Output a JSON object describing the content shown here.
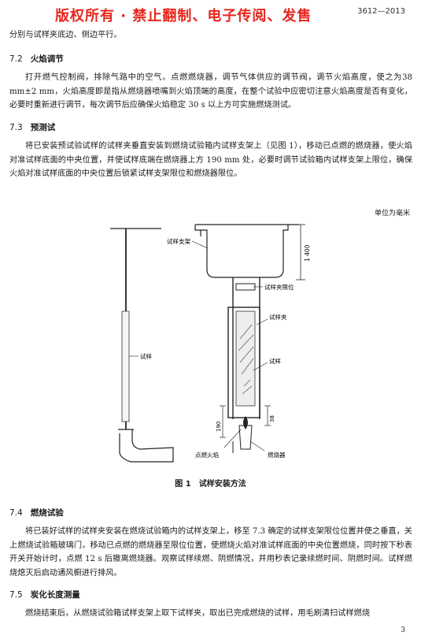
{
  "watermark": "版权所有 ·  禁止翻制、电子传阅、发售",
  "standard_number": "3612—2013",
  "intro_text": "分别与试样夹底边、侧边平行。",
  "sections": [
    {
      "num": "7.2",
      "title": "火焰调节",
      "body": "打开燃气控制阀，排除气路中的空气。点燃燃烧器，调节气体供应的调节阀，调节火焰高度，使之为38 mm±2 mm，火焰高度即是指从燃烧器喷嘴到火焰顶端的高度，在整个试验中应密切注意火焰高度是否有变化，必要时重新进行调节，每次调节后应确保火焰稳定 30 s 以上方可实施燃烧测试。"
    },
    {
      "num": "7.3",
      "title": "预测试",
      "body": "将已安装预试验试样的试样夹垂直安装到燃烧试验箱内试样支架上（见图 1），移动已点燃的燃烧器，使火焰对准试样底面的中央位置，并使试样底端在燃烧器上方 190 mm 处，必要时调节试验箱内试样支架上限位，确保火焰对准试样底面的中央位置后锁紧试样支架限位和燃烧器限位。"
    },
    {
      "num": "7.4",
      "title": "燃烧试验",
      "body": "将已装好试样的试样夹安装在燃烧试验箱内的试样支架上，移至 7.3 确定的试样支架限位位置并使之垂直，关上燃烧试验箱玻璃门，移动已点燃的燃烧器至限位位置，使燃烧火焰对准试样底面的中央位置燃烧，同时按下秒表开关开始计时，点燃 12 s 后撤离燃烧器。观察试样续燃、阴燃情况，并用秒表记录续燃时间、阴燃时间。试样燃烧熄灭后启动通风橱进行排风。"
    },
    {
      "num": "7.5",
      "title": "炭化长度测量",
      "body": "燃烧结束后，从燃烧试验箱试样支架上取下试样夹，取出已完成燃烧的试样，用毛刷清扫试样燃烧"
    }
  ],
  "unit_note": "单位为毫米",
  "figure": {
    "caption": "图 1　试样安装方法",
    "labels": {
      "specimen_holder_support": "试样支架",
      "holder_limit": "试样夹限位",
      "specimen_clamp": "试样夹",
      "specimen_right": "试样",
      "specimen_left": "试样",
      "ignition_flame": "点燃火焰",
      "burner": "燃烧器"
    },
    "dimensions": {
      "height": "1 400",
      "gap": "190",
      "flame": "38"
    }
  },
  "page_number": "3"
}
